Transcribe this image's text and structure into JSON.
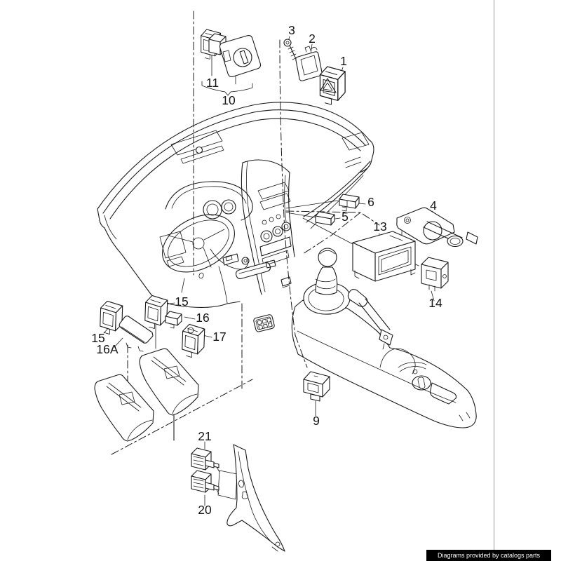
{
  "page": {
    "background": "#ffffff",
    "line_color": "#1a1a1a",
    "edge_line_color": "#9a9a9a"
  },
  "footer": {
    "text": "Diagrams provided by catalogs parts",
    "bg": "#000000",
    "color": "#ffffff"
  },
  "diagram": {
    "kind": "exploded-parts-diagram",
    "subject": "dashboard switches and centre console",
    "labels": [
      {
        "id": "1",
        "text": "1"
      },
      {
        "id": "2",
        "text": "2"
      },
      {
        "id": "3",
        "text": "3"
      },
      {
        "id": "4",
        "text": "4"
      },
      {
        "id": "5",
        "text": "5"
      },
      {
        "id": "6",
        "text": "6"
      },
      {
        "id": "9",
        "text": "9"
      },
      {
        "id": "10",
        "text": "10"
      },
      {
        "id": "11",
        "text": "11"
      },
      {
        "id": "13",
        "text": "13"
      },
      {
        "id": "14",
        "text": "14"
      },
      {
        "id": "15a",
        "text": "15"
      },
      {
        "id": "15b",
        "text": "15"
      },
      {
        "id": "16",
        "text": "16"
      },
      {
        "id": "16A",
        "text": "16A"
      },
      {
        "id": "17",
        "text": "17"
      },
      {
        "id": "20",
        "text": "20"
      },
      {
        "id": "21",
        "text": "21"
      }
    ]
  }
}
